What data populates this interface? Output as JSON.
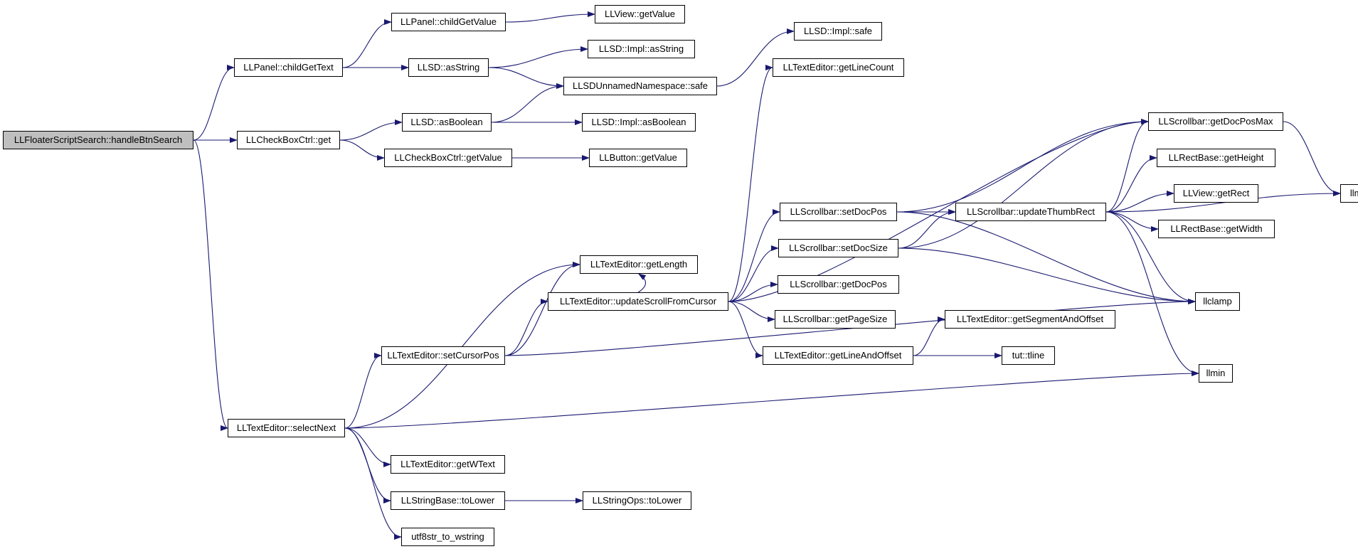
{
  "diagram": {
    "type": "call-graph",
    "root": "handleBtnSearch",
    "colors": {
      "edge": "#191970",
      "node_border": "#000000",
      "root_fill": "#bfbfbf",
      "node_fill": "#ffffff"
    },
    "nodes": [
      {
        "id": "handleBtnSearch",
        "label": "LLFloaterScriptSearch::handleBtnSearch"
      },
      {
        "id": "childGetText",
        "label": "LLPanel::childGetText"
      },
      {
        "id": "childGetValue",
        "label": "LLPanel::childGetValue"
      },
      {
        "id": "viewGetValue",
        "label": "LLView::getValue"
      },
      {
        "id": "llsdAsString",
        "label": "LLSD::asString"
      },
      {
        "id": "implAsString",
        "label": "LLSD::Impl::asString"
      },
      {
        "id": "implSafe",
        "label": "LLSD::Impl::safe"
      },
      {
        "id": "unnamedSafe",
        "label": "LLSDUnnamedNamespace::safe"
      },
      {
        "id": "llsdAsBoolean",
        "label": "LLSD::asBoolean"
      },
      {
        "id": "implAsBoolean",
        "label": "LLSD::Impl::asBoolean"
      },
      {
        "id": "checkboxGet",
        "label": "LLCheckBoxCtrl::get"
      },
      {
        "id": "checkboxGetValue",
        "label": "LLCheckBoxCtrl::getValue"
      },
      {
        "id": "buttonGetValue",
        "label": "LLButton::getValue"
      },
      {
        "id": "getLineCount",
        "label": "LLTextEditor::getLineCount"
      },
      {
        "id": "getDocPosMax",
        "label": "LLScrollbar::getDocPosMax"
      },
      {
        "id": "getHeight",
        "label": "LLRectBase::getHeight"
      },
      {
        "id": "getRect",
        "label": "LLView::getRect"
      },
      {
        "id": "getWidth",
        "label": "LLRectBase::getWidth"
      },
      {
        "id": "llmax",
        "label": "llmax"
      },
      {
        "id": "setDocPos",
        "label": "LLScrollbar::setDocPos"
      },
      {
        "id": "updateThumbRect",
        "label": "LLScrollbar::updateThumbRect"
      },
      {
        "id": "setDocSize",
        "label": "LLScrollbar::setDocSize"
      },
      {
        "id": "getLength",
        "label": "LLTextEditor::getLength"
      },
      {
        "id": "updateScroll",
        "label": "LLTextEditor::updateScrollFromCursor"
      },
      {
        "id": "getDocPos",
        "label": "LLScrollbar::getDocPos"
      },
      {
        "id": "getPageSize",
        "label": "LLScrollbar::getPageSize"
      },
      {
        "id": "llclamp",
        "label": "llclamp"
      },
      {
        "id": "getSegmentAndOffset",
        "label": "LLTextEditor::getSegmentAndOffset"
      },
      {
        "id": "getLineAndOffset",
        "label": "LLTextEditor::getLineAndOffset"
      },
      {
        "id": "setCursorPos",
        "label": "LLTextEditor::setCursorPos"
      },
      {
        "id": "tline",
        "label": "tut::tline"
      },
      {
        "id": "llmin",
        "label": "llmin"
      },
      {
        "id": "selectNext",
        "label": "LLTextEditor::selectNext"
      },
      {
        "id": "getWText",
        "label": "LLTextEditor::getWText"
      },
      {
        "id": "stringBaseToLower",
        "label": "LLStringBase::toLower"
      },
      {
        "id": "stringOpsToLower",
        "label": "LLStringOps::toLower"
      },
      {
        "id": "utf8str",
        "label": "utf8str_to_wstring"
      }
    ],
    "edges": [
      [
        "handleBtnSearch",
        "childGetText"
      ],
      [
        "handleBtnSearch",
        "checkboxGet"
      ],
      [
        "handleBtnSearch",
        "selectNext"
      ],
      [
        "childGetText",
        "childGetValue"
      ],
      [
        "childGetText",
        "llsdAsString"
      ],
      [
        "childGetValue",
        "viewGetValue"
      ],
      [
        "llsdAsString",
        "implAsString"
      ],
      [
        "llsdAsString",
        "unnamedSafe"
      ],
      [
        "unnamedSafe",
        "implSafe"
      ],
      [
        "checkboxGet",
        "llsdAsBoolean"
      ],
      [
        "checkboxGet",
        "checkboxGetValue"
      ],
      [
        "llsdAsBoolean",
        "unnamedSafe"
      ],
      [
        "llsdAsBoolean",
        "implAsBoolean"
      ],
      [
        "checkboxGetValue",
        "buttonGetValue"
      ],
      [
        "updateScroll",
        "getLineCount"
      ],
      [
        "updateScroll",
        "getDocPosMax"
      ],
      [
        "updateScroll",
        "setDocPos"
      ],
      [
        "updateScroll",
        "setDocSize"
      ],
      [
        "updateScroll",
        "getDocPos"
      ],
      [
        "updateScroll",
        "getPageSize"
      ],
      [
        "updateScroll",
        "getLineAndOffset"
      ],
      [
        "updateScroll",
        "getLength"
      ],
      [
        "setDocPos",
        "getDocPosMax"
      ],
      [
        "setDocPos",
        "updateThumbRect"
      ],
      [
        "setDocPos",
        "llclamp"
      ],
      [
        "setDocSize",
        "getDocPosMax"
      ],
      [
        "setDocSize",
        "updateThumbRect"
      ],
      [
        "setDocSize",
        "llclamp"
      ],
      [
        "updateThumbRect",
        "getDocPosMax"
      ],
      [
        "updateThumbRect",
        "getHeight"
      ],
      [
        "updateThumbRect",
        "getRect"
      ],
      [
        "updateThumbRect",
        "getWidth"
      ],
      [
        "updateThumbRect",
        "llmax"
      ],
      [
        "updateThumbRect",
        "llclamp"
      ],
      [
        "updateThumbRect",
        "llmin"
      ],
      [
        "getDocPosMax",
        "llmax"
      ],
      [
        "getLineAndOffset",
        "getSegmentAndOffset"
      ],
      [
        "getLineAndOffset",
        "tline"
      ],
      [
        "setCursorPos",
        "getLength"
      ],
      [
        "setCursorPos",
        "updateScroll"
      ],
      [
        "setCursorPos",
        "llclamp"
      ],
      [
        "selectNext",
        "setCursorPos"
      ],
      [
        "selectNext",
        "getLength"
      ],
      [
        "selectNext",
        "llmin"
      ],
      [
        "selectNext",
        "getWText"
      ],
      [
        "selectNext",
        "stringBaseToLower"
      ],
      [
        "selectNext",
        "utf8str"
      ],
      [
        "stringBaseToLower",
        "stringOpsToLower"
      ]
    ]
  }
}
